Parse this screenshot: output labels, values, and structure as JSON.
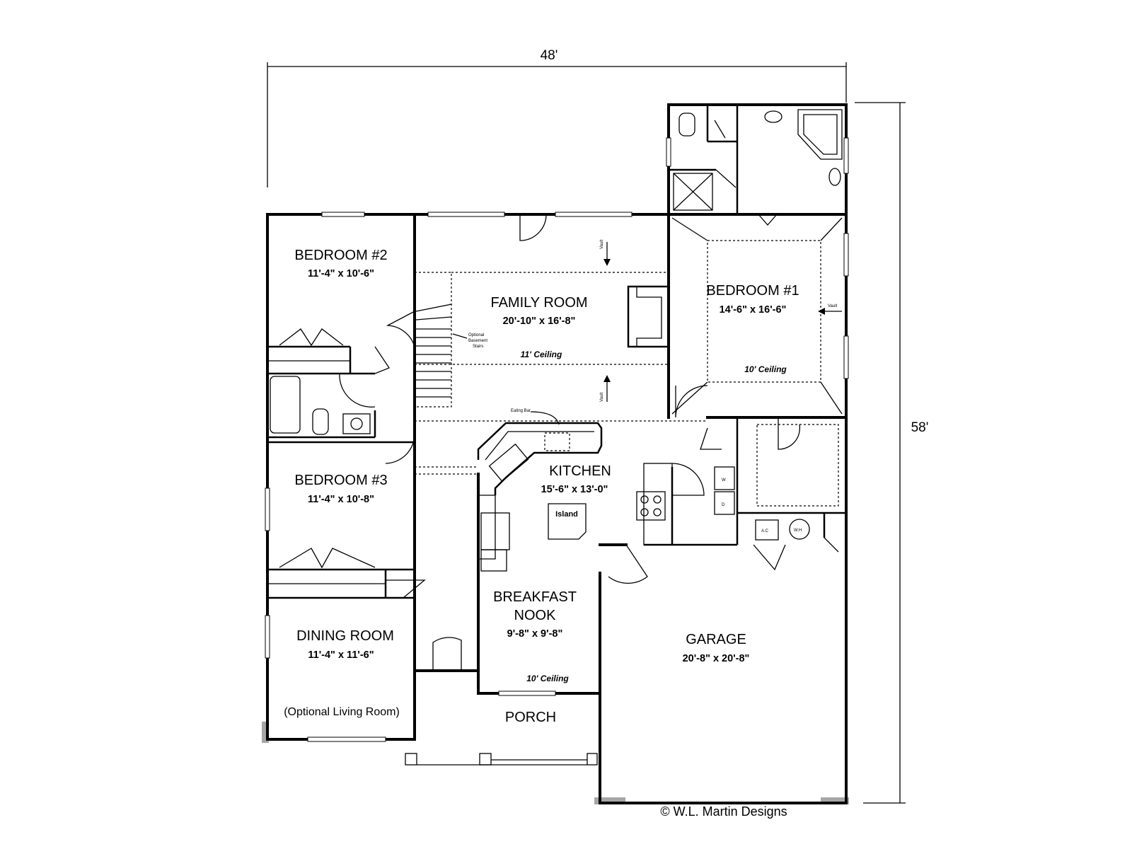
{
  "overall": {
    "width": "48'",
    "depth": "58'"
  },
  "rooms": {
    "bedroom2": {
      "name": "BEDROOM #2",
      "size": "11'-4\" x 10'-6\""
    },
    "family": {
      "name": "FAMILY ROOM",
      "size": "20'-10\" x 16'-8\"",
      "ceiling": "11' Ceiling"
    },
    "bedroom1": {
      "name": "BEDROOM #1",
      "size": "14'-6\" x 16'-6\"",
      "ceiling": "10' Ceiling"
    },
    "bedroom3": {
      "name": "BEDROOM #3",
      "size": "11'-4\" x 10'-8\""
    },
    "kitchen": {
      "name": "KITCHEN",
      "size": "15'-6\" x 13'-0\""
    },
    "nook": {
      "name1": "BREAKFAST",
      "name2": "NOOK",
      "size": "9'-8\" x 9'-8\"",
      "ceiling": "10' Ceiling"
    },
    "dining": {
      "name": "DINING ROOM",
      "size": "11'-4\" x 11'-6\"",
      "alt": "(Optional Living Room)"
    },
    "garage": {
      "name": "GARAGE",
      "size": "20'-8\" x 20'-8\""
    },
    "porch": {
      "name": "PORCH"
    }
  },
  "fixtures": {
    "island": "Island",
    "eating_bar": "Eating Bar",
    "vault": "Vault",
    "stairs_line1": "Optional",
    "stairs_line2": "Basement",
    "stairs_line3": "Stairs",
    "ac": "A.C",
    "wh": "W.H",
    "washer": "W",
    "dryer": "D"
  },
  "credit": "© W.L. Martin Designs"
}
